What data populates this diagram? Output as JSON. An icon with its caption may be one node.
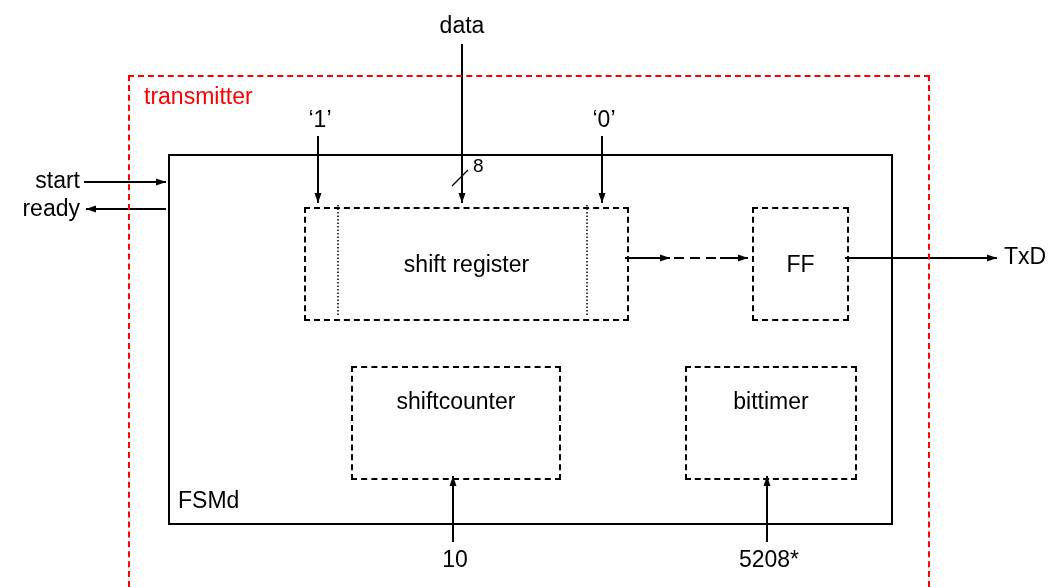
{
  "diagram": {
    "nodes": [
      {
        "text": [
          "transmitter"
        ]
      },
      {
        "text": [
          "FSMd"
        ],
        "in": 0
      },
      {
        "text": [
          "shift register"
        ],
        "in": 1
      },
      {
        "text": [
          "FF"
        ],
        "in": 1
      },
      {
        "text": [
          "shiftcounter"
        ],
        "in": 1
      },
      {
        "text": [
          "bittimer"
        ],
        "in": 1
      },
      {
        "text": [
          "data"
        ]
      },
      {
        "text": [
          "‘1’"
        ],
        "in": 0
      },
      {
        "text": [
          "‘0’"
        ],
        "in": 0
      },
      {
        "text": [
          "start"
        ]
      },
      {
        "text": [
          "ready"
        ]
      },
      {
        "text": [
          "TxD"
        ]
      },
      {
        "text": [
          "10"
        ],
        "in": 0
      },
      {
        "text": [
          "5208*"
        ],
        "in": 0
      }
    ],
    "edges": [
      {
        "from": 6,
        "to": 2,
        "arrow": "to",
        "label": "8"
      },
      {
        "from": 7,
        "to": 2,
        "arrow": "to"
      },
      {
        "from": 8,
        "to": 2,
        "arrow": "to"
      },
      {
        "from": 9,
        "to": 1,
        "arrow": "to"
      },
      {
        "from": 1,
        "to": 10,
        "arrow": "to"
      },
      {
        "from": 2,
        "to": 3,
        "arrow": "to",
        "style": "dashed"
      },
      {
        "from": 3,
        "to": 11,
        "arrow": "to"
      },
      {
        "from": 12,
        "to": 4,
        "arrow": "to"
      },
      {
        "from": 13,
        "to": 5,
        "arrow": "to"
      }
    ]
  }
}
